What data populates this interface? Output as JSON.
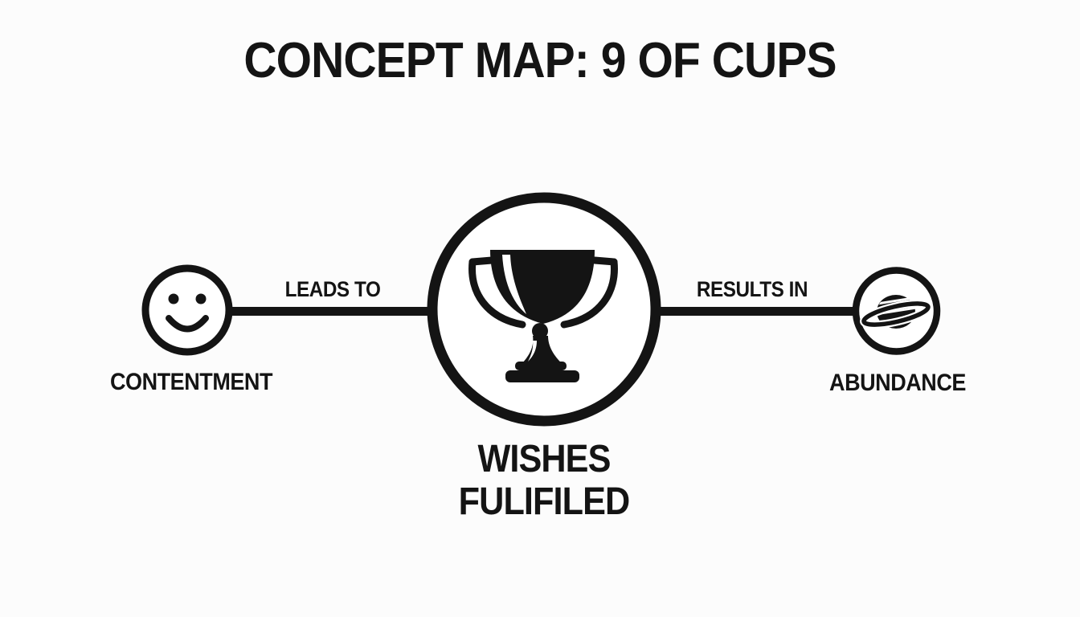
{
  "title": "CONCEPT MAP: 9 OF CUPS",
  "diagram": {
    "left_node": {
      "icon": "smiley-face-icon",
      "label": "CONTENTMENT"
    },
    "center_node": {
      "icon": "trophy-icon",
      "label_line1": "WISHES",
      "label_line2": "FULIFILED"
    },
    "right_node": {
      "icon": "saturn-planet-icon",
      "label": "ABUNDANCE"
    },
    "edges": [
      {
        "label": "LEADS TO",
        "from": "CONTENTMENT",
        "to": "WISHES FULIFILED"
      },
      {
        "label": "RESULTS IN",
        "from": "WISHES FULIFILED",
        "to": "ABUNDANCE"
      }
    ]
  },
  "colors": {
    "ink": "#141414",
    "background": "#fcfcfc",
    "node_fill": "#ffffff"
  }
}
